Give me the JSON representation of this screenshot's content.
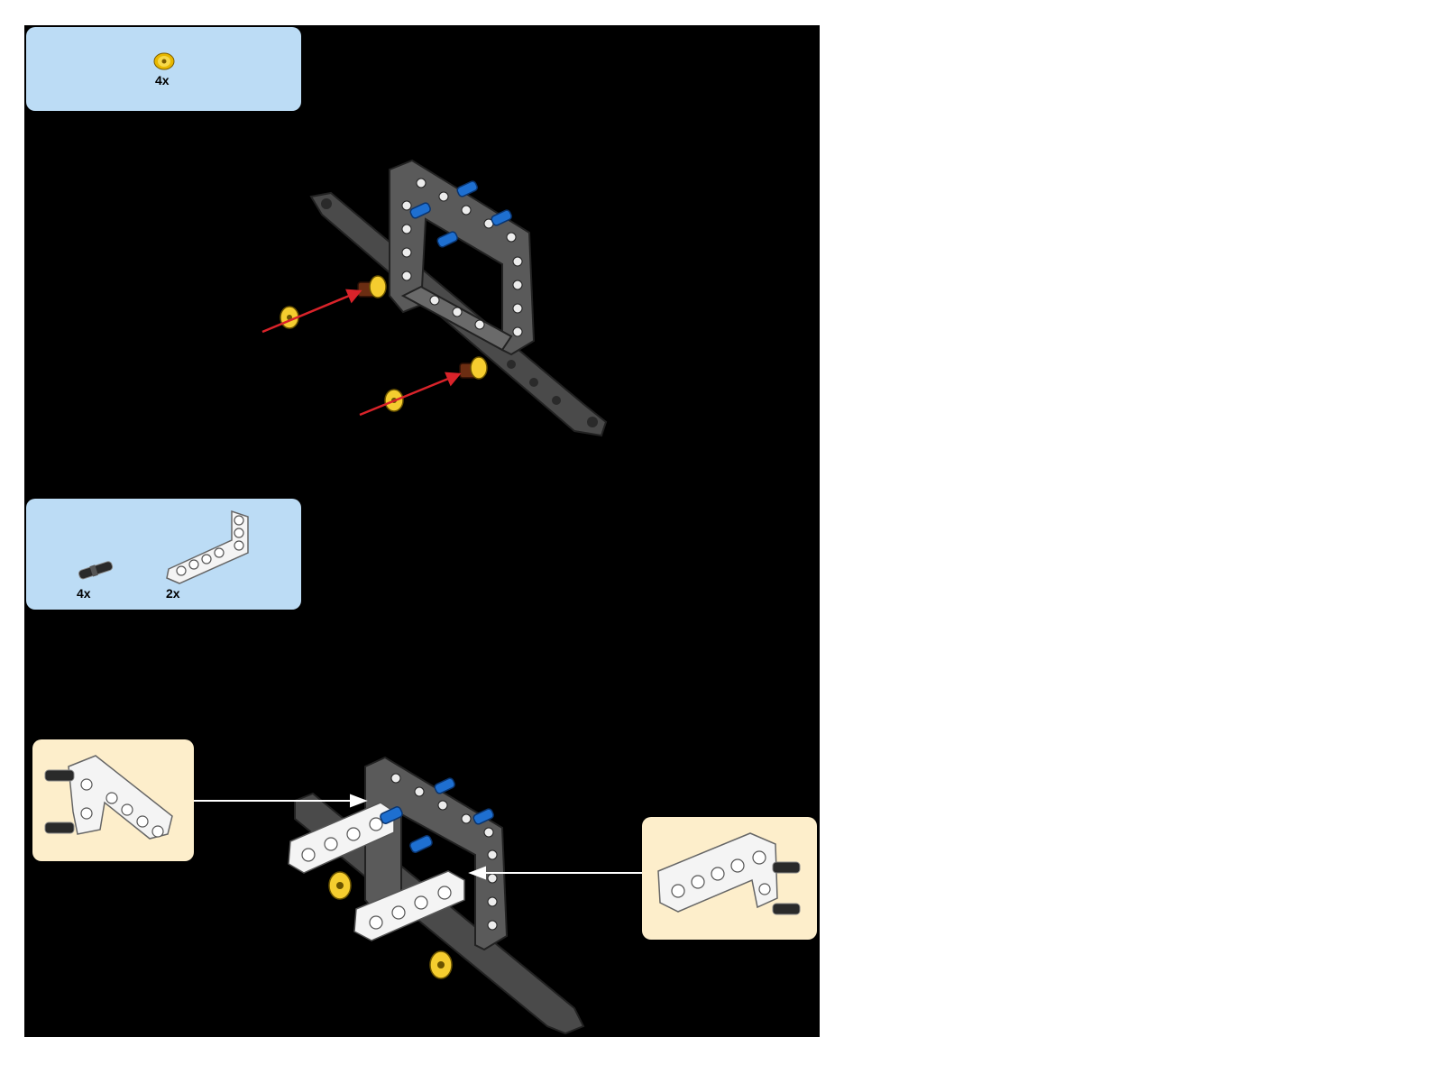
{
  "step_a": {
    "parts": [
      {
        "icon": "yellow-bush-icon",
        "qty": "4x"
      }
    ]
  },
  "step_b": {
    "parts": [
      {
        "icon": "black-pin-icon",
        "qty": "4x"
      },
      {
        "icon": "white-l-beam-icon",
        "qty": "2x"
      }
    ]
  },
  "colors": {
    "page_background": "#000000",
    "parts_list_background": "#bcdcf5",
    "callout_background": "#fdeecb",
    "arrow_red": "#d9232a",
    "bush_yellow": "#f5cd2f",
    "pin_blue": "#1e6fd0",
    "frame_dark_gray": "#4a4a4a",
    "beam_white": "#f4f4f4"
  }
}
